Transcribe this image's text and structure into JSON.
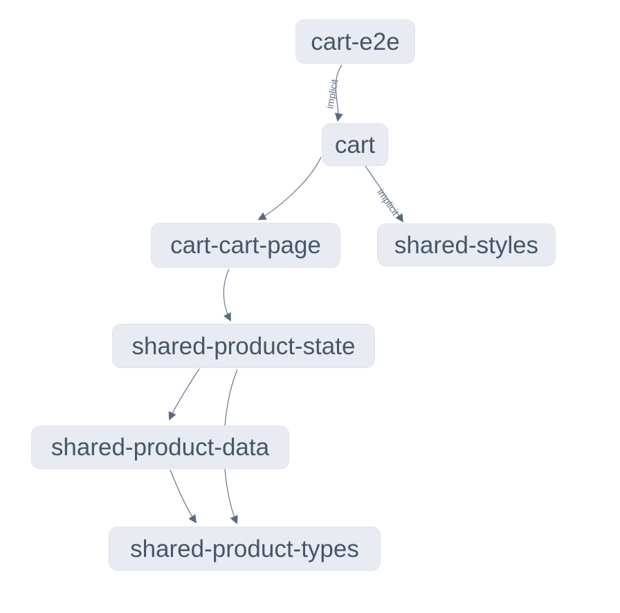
{
  "graph": {
    "kind": "project-dependency-graph",
    "nodes": [
      {
        "id": "cart-e2e",
        "label": "cart-e2e"
      },
      {
        "id": "cart",
        "label": "cart"
      },
      {
        "id": "cart-cart-page",
        "label": "cart-cart-page"
      },
      {
        "id": "shared-styles",
        "label": "shared-styles"
      },
      {
        "id": "shared-product-state",
        "label": "shared-product-state"
      },
      {
        "id": "shared-product-data",
        "label": "shared-product-data"
      },
      {
        "id": "shared-product-types",
        "label": "shared-product-types"
      }
    ],
    "edges": [
      {
        "source": "cart-e2e",
        "target": "cart",
        "label": "implicit"
      },
      {
        "source": "cart",
        "target": "cart-cart-page",
        "label": ""
      },
      {
        "source": "cart",
        "target": "shared-styles",
        "label": "implicit"
      },
      {
        "source": "cart-cart-page",
        "target": "shared-product-state",
        "label": ""
      },
      {
        "source": "shared-product-state",
        "target": "shared-product-data",
        "label": ""
      },
      {
        "source": "shared-product-state",
        "target": "shared-product-types",
        "label": ""
      },
      {
        "source": "shared-product-data",
        "target": "shared-product-types",
        "label": ""
      }
    ],
    "colors": {
      "background": "#ffffff",
      "node_bg": "#e8ecf2",
      "node_border": "#dee3eb",
      "node_text": "#475569",
      "edge": "#64748b",
      "edge_label": "#5f6c87"
    }
  }
}
